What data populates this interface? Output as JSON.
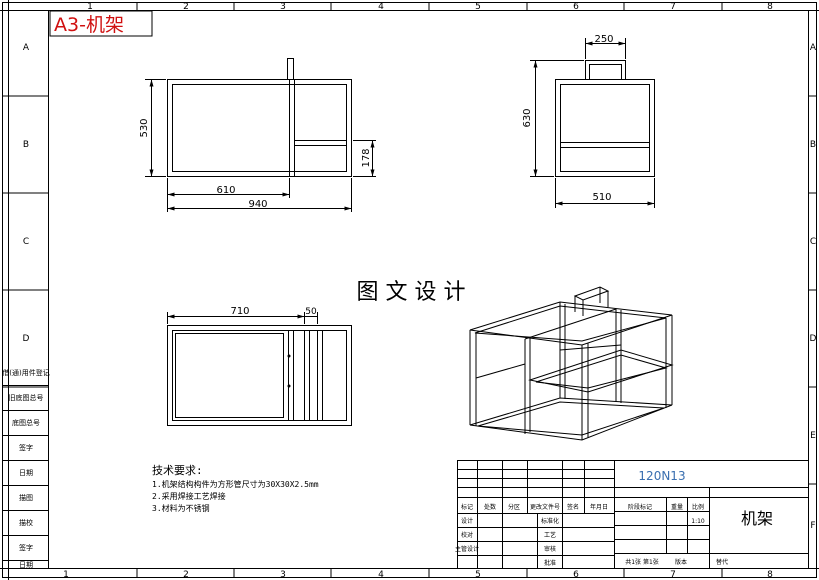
{
  "sheet": {
    "title_tag": "A3-机架",
    "center_watermark": "图 文 设 计",
    "col_markers": [
      "1",
      "2",
      "3",
      "4",
      "5",
      "6",
      "7",
      "8"
    ],
    "row_markers": [
      "A",
      "B",
      "C",
      "D",
      "E",
      "F"
    ],
    "colors": {
      "line": "#000000",
      "tag": "#d01010",
      "drawing_no": "#3a6fb0"
    }
  },
  "dimensions": {
    "front_height": "530",
    "front_width_partial": "610",
    "front_width_total": "940",
    "front_shelf_height": "178",
    "side_top_width": "250",
    "side_height": "630",
    "side_width": "510",
    "top_width_partial": "710",
    "top_small": "50"
  },
  "notes": {
    "heading": "技术要求:",
    "line1": "1.机架结构构件为方形管尺寸为30X30X2.5mm",
    "line2": "2.采用焊接工艺焊接",
    "line3": "3.材料为不锈钢"
  },
  "left_strip": [
    "借(通)用件登记",
    "旧底图总号",
    "底图总号",
    "签字",
    "日期",
    "描图",
    "描校",
    "签字",
    "日期"
  ],
  "title_block": {
    "drawing_no": "120N13",
    "part_name": "机架",
    "hdr_mark": "标记",
    "hdr_count": "处数",
    "hdr_zone": "分区",
    "hdr_change": "更改文件号",
    "hdr_sign": "签名",
    "hdr_date": "年月日",
    "stage_mark": "阶段标记",
    "weight": "重量",
    "scale_label": "比例",
    "scale_value": "1:10",
    "design": "设计",
    "check": "校对",
    "chief": "主管设计",
    "standard": "标准化",
    "process": "工艺",
    "review": "审核",
    "approve": "批准",
    "sheets": "共1张 第1张",
    "edition": "版本",
    "replace": "替代"
  }
}
